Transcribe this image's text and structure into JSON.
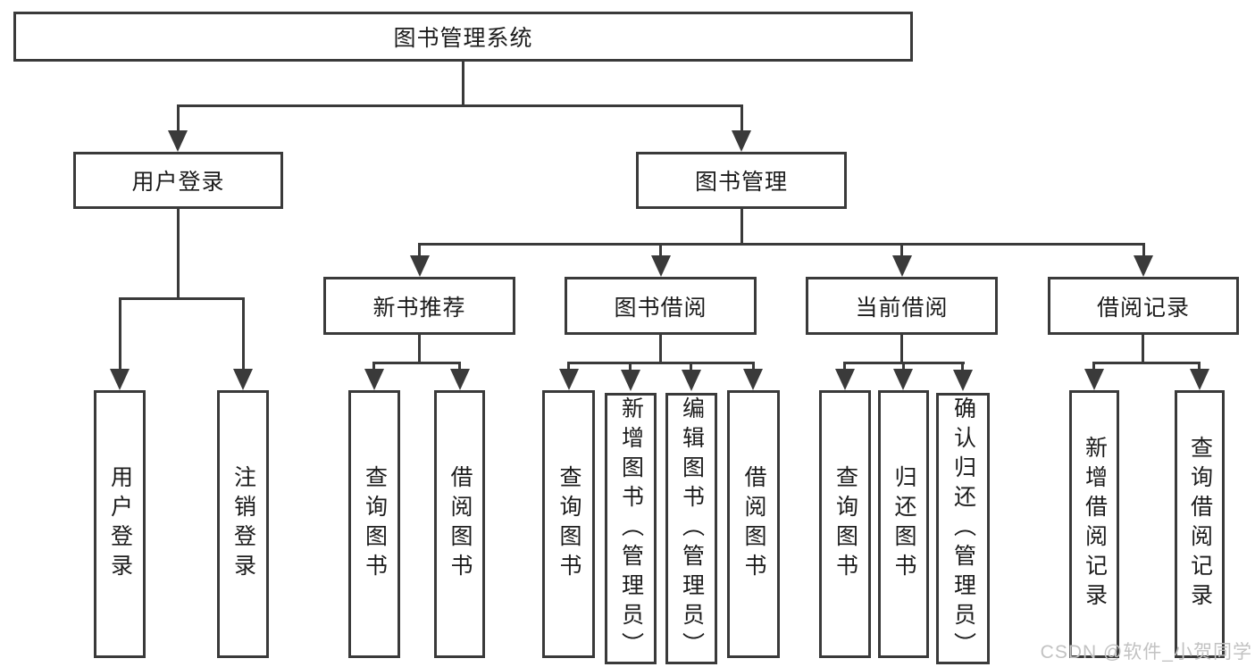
{
  "tree": {
    "root": {
      "label": "图书管理系统"
    },
    "branches": [
      {
        "label": "用户登录",
        "children": [
          {
            "label": "用户登录"
          },
          {
            "label": "注销登录"
          }
        ]
      },
      {
        "label": "图书管理",
        "children": [
          {
            "label": "新书推荐",
            "children": [
              {
                "label": "查询图书"
              },
              {
                "label": "借阅图书"
              }
            ]
          },
          {
            "label": "图书借阅",
            "children": [
              {
                "label": "查询图书"
              },
              {
                "label": "新增图书（管理员）"
              },
              {
                "label": "编辑图书（管理员）"
              },
              {
                "label": "借阅图书"
              }
            ]
          },
          {
            "label": "当前借阅",
            "children": [
              {
                "label": "查询图书"
              },
              {
                "label": "归还图书"
              },
              {
                "label": "确认归还（管理员）"
              }
            ]
          },
          {
            "label": "借阅记录",
            "children": [
              {
                "label": "新增借阅记录"
              },
              {
                "label": "查询借阅记录"
              }
            ]
          }
        ]
      }
    ]
  },
  "watermark": {
    "text": "CSDN @软件_小贺同学"
  },
  "colors": {
    "line": "#3a3a3a",
    "box_border": "#3a3a3a",
    "label_text": "#1c1c1c",
    "watermark_text": "#c2c2c2",
    "background": "#ffffff"
  }
}
